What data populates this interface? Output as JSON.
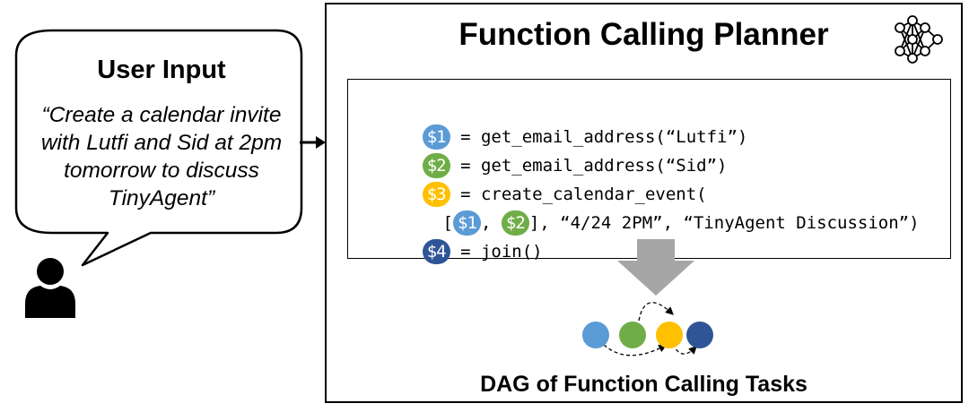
{
  "user_input": {
    "title": "User Input",
    "lines": [
      "“Create a calendar invite",
      "with Lutfi and Sid at 2pm",
      "tomorrow to discuss",
      "TinyAgent”"
    ]
  },
  "planner": {
    "title": "Function Calling Planner",
    "code": [
      {
        "badge": "$1",
        "badge_color": "#5b9bd5",
        "text": " = get_email_address(“Lutfi”)"
      },
      {
        "badge": "$2",
        "badge_color": "#70ad47",
        "text": " = get_email_address(“Sid”)"
      },
      {
        "badge": "$3",
        "badge_color": "#ffc000",
        "text": " = create_calendar_event("
      },
      {
        "prefix": "  [",
        "refs": [
          {
            "badge": "$1",
            "badge_color": "#5b9bd5"
          },
          {
            "badge": "$2",
            "badge_color": "#70ad47"
          }
        ],
        "ref_sep": ", ",
        "suffix": "], “4/24 2PM”, “TinyAgent Discussion”)"
      },
      {
        "badge": "$4",
        "badge_color": "#2f5597",
        "text": " = join()"
      }
    ],
    "dag_label": "DAG of Function Calling Tasks",
    "dag_nodes": [
      {
        "color": "#5b9bd5"
      },
      {
        "color": "#70ad47"
      },
      {
        "color": "#ffc000"
      },
      {
        "color": "#2f5597"
      }
    ]
  },
  "icons": {
    "person": "person-icon",
    "neural_network": "neural-network-icon",
    "arrow_right": "arrow-right-icon",
    "arrow_down": "arrow-down-icon"
  }
}
